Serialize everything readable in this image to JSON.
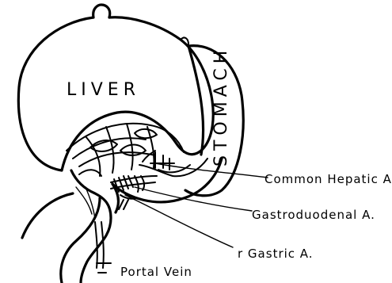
{
  "organs": {
    "liver": "LIVER",
    "stomach": "STOMACH"
  },
  "callouts": {
    "common_hepatic": "Common Hepatic A.",
    "gastroduodenal": "Gastroduodenal A.",
    "right_gastric": "r Gastric A.",
    "portal_vein": "Portal Vein"
  }
}
